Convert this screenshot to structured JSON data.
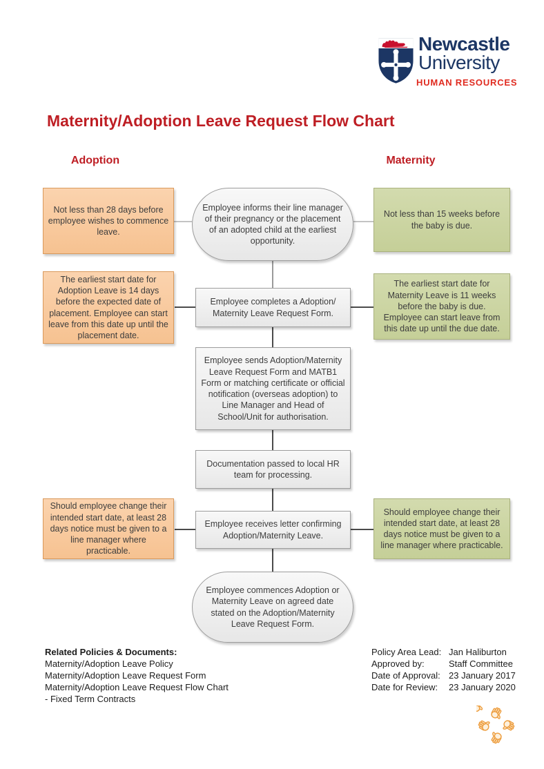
{
  "logo": {
    "university_line1": "Newcastle",
    "university_line2": "University",
    "department": "HUMAN RESOURCES"
  },
  "title": "Maternity/Adoption Leave Request Flow Chart",
  "column_headers": {
    "adoption": "Adoption",
    "maternity": "Maternity"
  },
  "flowchart": {
    "center_steps": [
      {
        "shape": "stadium",
        "text": "Employee informs their line manager of their pregnancy or the placement of an adopted child at the earliest opportunity."
      },
      {
        "shape": "rect",
        "text": "Employee completes a Adoption/ Maternity Leave Request Form."
      },
      {
        "shape": "rect",
        "text": "Employee sends Adoption/Maternity Leave Request Form and MATB1 Form or matching certificate or official notification (overseas adoption) to Line Manager and Head of School/Unit for authorisation."
      },
      {
        "shape": "rect",
        "text": "Documentation passed to local HR team for processing."
      },
      {
        "shape": "rect",
        "text": "Employee receives letter confirming Adoption/Maternity Leave."
      },
      {
        "shape": "stadium",
        "text": "Employee commences Adoption or Maternity Leave on agreed date stated on the Adoption/Maternity Leave Request Form."
      }
    ],
    "adoption_notes": [
      "Not less than 28 days before employee wishes to commence leave.",
      "The earliest start date for Adoption Leave is 14 days before the expected date of placement. Employee can start leave from this date up until the placement date.",
      "Should employee change their intended start date, at least 28 days notice must be given to a line manager where practicable."
    ],
    "maternity_notes": [
      "Not less than 15 weeks before the baby is due.",
      "The earliest start date for Maternity Leave is 11 weeks before the baby is due. Employee can start leave from this date up until the due date.",
      "Should employee change their intended start date, at least 28 days notice must be given to a line manager where practicable."
    ]
  },
  "footer": {
    "related_heading": "Related Policies & Documents:",
    "related_items": [
      "Maternity/Adoption Leave Policy",
      "Maternity/Adoption Leave Request Form",
      "Maternity/Adoption Leave Request Flow Chart - Fixed Term Contracts"
    ],
    "meta": [
      {
        "label": "Policy Area Lead:",
        "value": "Jan Haliburton"
      },
      {
        "label": "Approved by:",
        "value": "Staff Committee"
      },
      {
        "label": "Date of Approval:",
        "value": "23 January 2017"
      },
      {
        "label": "Date for Review:",
        "value": "23 January 2020"
      }
    ]
  },
  "colors": {
    "title_red": "#BE1E24",
    "logo_navy": "#1C3664",
    "hr_red": "#E02B20",
    "crest_lion_red": "#C8102E",
    "adoption_fill": "#F8CBA0",
    "adoption_border": "#D9995B",
    "maternity_fill": "#CCD5A2",
    "maternity_border": "#A9B17D",
    "step_fill": "#EFEFEF",
    "step_border": "#9C9C9C",
    "hands_orange": "#ED9E40"
  }
}
